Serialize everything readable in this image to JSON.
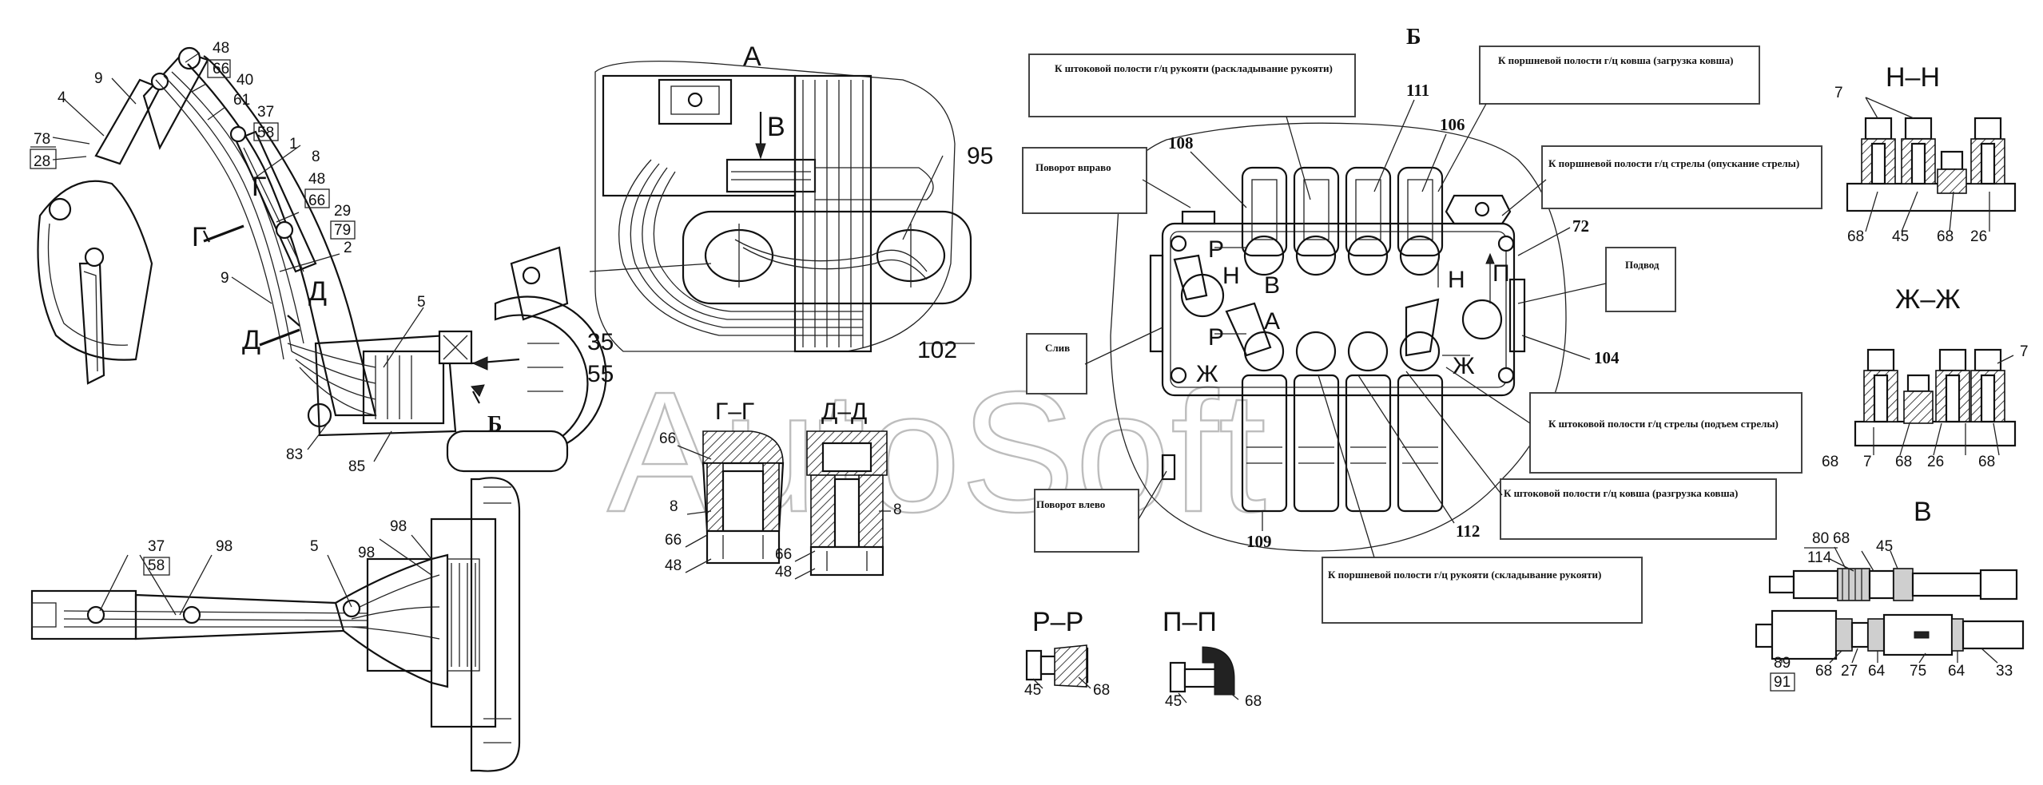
{
  "watermark": "AutoSoft",
  "sections": {
    "view_a": "А",
    "view_b": "Б",
    "view_v": "В",
    "section_gg": "Г–Г",
    "section_dd": "Д–Д",
    "section_nn": "Н–Н",
    "section_zhzh": "Ж–Ж",
    "section_pp": "Р–Р",
    "section_pipi": "П–П"
  },
  "left_view": {
    "cut_g": "Г",
    "cut_d1": "Д",
    "cut_g2": "Г",
    "cut_d2": "Д",
    "view_arrow_b": "Б",
    "labels": [
      "48",
      "66",
      "40",
      "61",
      "37",
      "58",
      "9",
      "4",
      "78",
      "28",
      "1",
      "8",
      "48",
      "66",
      "29",
      "79",
      "2",
      "9",
      "5",
      "83",
      "85"
    ]
  },
  "bottom_left_view": {
    "labels": [
      "37",
      "58",
      "98",
      "5",
      "98",
      "98"
    ]
  },
  "view_a_labels": {
    "arrow_v": "В",
    "numbers": [
      "95",
      "35",
      "55",
      "102"
    ]
  },
  "section_gg_labels": [
    "66",
    "8",
    "66",
    "48"
  ],
  "section_dd_labels": [
    "66",
    "48",
    "8"
  ],
  "valve_block": {
    "numbers": [
      "108",
      "111",
      "106",
      "72",
      "104",
      "109",
      "112"
    ],
    "letters": [
      "Р",
      "Н",
      "В",
      "А",
      "Р",
      "Ж",
      "Н",
      "П",
      "Ж"
    ],
    "notes": [
      "К штоковой полости г/ц рукояти (раскладывание рукояти)",
      "К поршневой полости г/ц ковша (загрузка ковша)",
      "Поворот вправо",
      "К поршневой полости г/ц стрелы (опускание стрелы)",
      "Подвод",
      "Слив",
      "К штоковой полости г/ц стрелы (подъем стрелы)",
      "Поворот влево",
      "К штоковой полости г/ц ковша (разгрузка ковша)",
      "К поршневой  полости г/ц рукояти (складывание рукояти)"
    ]
  },
  "section_nn_labels": [
    "7",
    "68",
    "45",
    "68",
    "26"
  ],
  "section_zhzh_labels": [
    "7",
    "68",
    "7",
    "68",
    "26",
    "68"
  ],
  "view_v_labels": [
    "80",
    "114",
    "68",
    "45",
    "89",
    "91",
    "68",
    "27",
    "64",
    "75",
    "64",
    "33"
  ],
  "section_pp_labels": [
    "45",
    "68"
  ],
  "section_pipi_labels": [
    "45",
    "68"
  ]
}
